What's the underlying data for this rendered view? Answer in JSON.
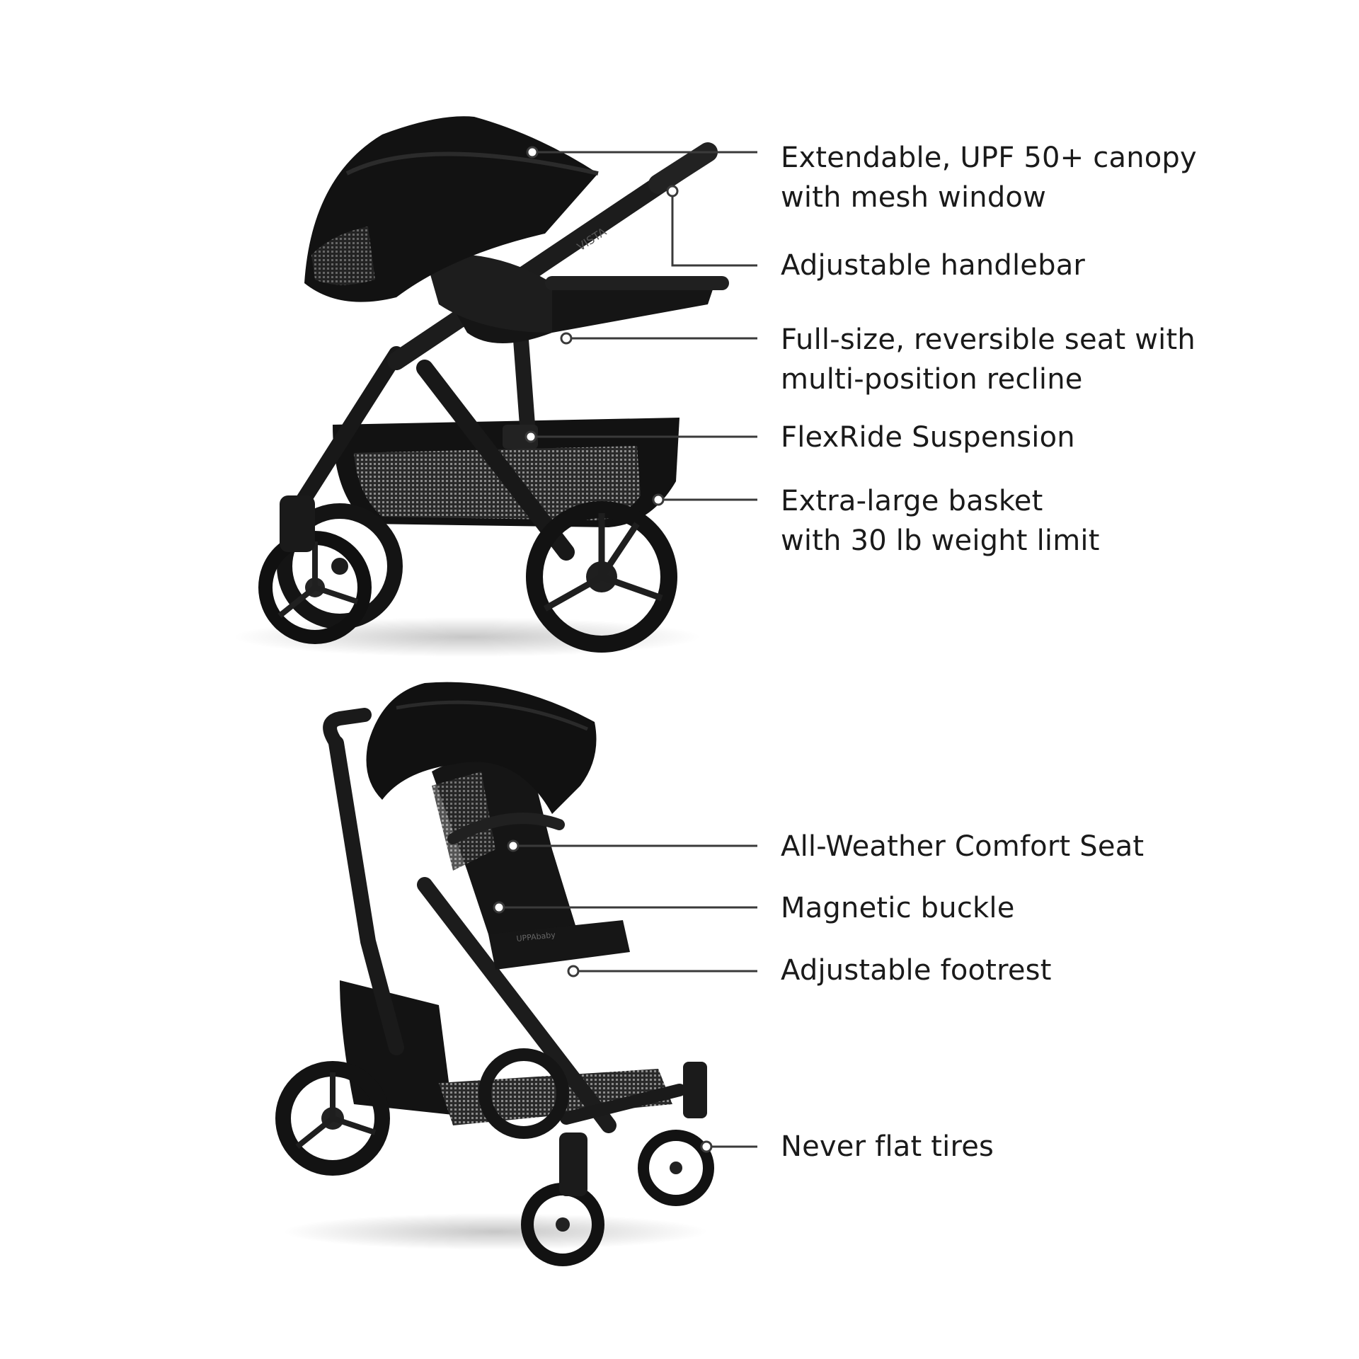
{
  "callouts": [
    {
      "id": "canopy",
      "lines": [
        "Extendable, UPF 50+ canopy",
        "with mesh window"
      ]
    },
    {
      "id": "handlebar",
      "lines": [
        "Adjustable handlebar"
      ]
    },
    {
      "id": "seat",
      "lines": [
        "Full-size, reversible seat with",
        "multi-position recline"
      ]
    },
    {
      "id": "suspension",
      "lines": [
        "FlexRide Suspension"
      ]
    },
    {
      "id": "basket",
      "lines": [
        "Extra-large basket",
        "with 30 lb weight limit"
      ]
    },
    {
      "id": "comfort-seat",
      "lines": [
        "All-Weather Comfort Seat"
      ]
    },
    {
      "id": "buckle",
      "lines": [
        "Magnetic buckle"
      ]
    },
    {
      "id": "footrest",
      "lines": [
        "Adjustable footrest"
      ]
    },
    {
      "id": "tires",
      "lines": [
        "Never flat tires"
      ]
    }
  ],
  "product_marks": {
    "frame_text": "VISTA",
    "seat_logo": "UPPAbaby"
  },
  "colors": {
    "background": "#ffffff",
    "product": "#141414",
    "leader_line": "#3a3a3a",
    "text": "#1a1a1a"
  }
}
